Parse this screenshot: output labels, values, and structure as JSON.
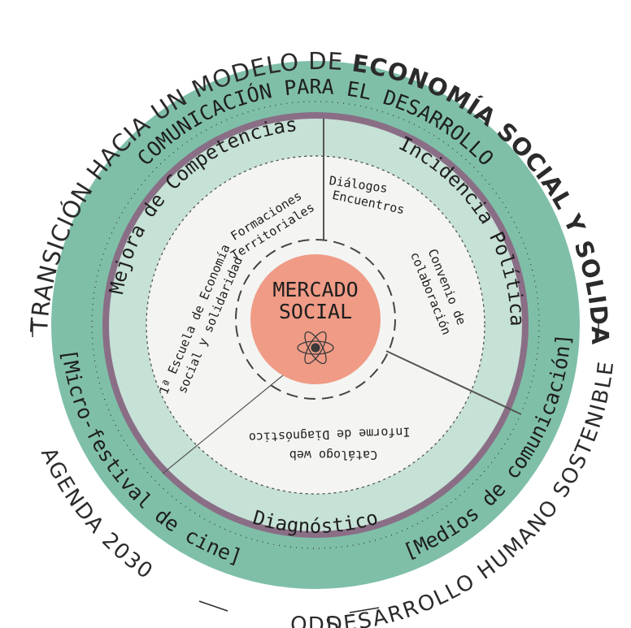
{
  "outer_ring": {
    "top_regular": "TRANSICIÓN HACIA UN MODELO DE ",
    "top_bold": "ECONOMÍA SOCIAL Y SOLIDARIA",
    "bottom_right": "DESARROLLO HUMANO SOSTENIBLE",
    "bottom_center": "ODS",
    "bottom_left": "AGENDA 2030"
  },
  "band": {
    "top": "COMUNICACIÓN PARA EL DESARROLLO",
    "right": "[Medios de comunicación]",
    "left": "[Micro-festival de cine]"
  },
  "sectors": {
    "left": {
      "title": "Mejora de Competencias",
      "items": [
        "Formaciones",
        "Territoriales",
        "1ª Escuela de Economía",
        "social y solidaridad"
      ]
    },
    "right": {
      "title": "Incidencia Política",
      "items": [
        "Diálogos",
        "Encuentros",
        "Convenio de",
        "colaboración"
      ]
    },
    "bottom": {
      "title": "Diagnóstico",
      "items": [
        "Catálogo web",
        "Informe de Diagnóstico"
      ]
    }
  },
  "center": {
    "line1": "MERCADO",
    "line2": "SOCIAL",
    "icon": "atom-icon"
  },
  "colors": {
    "outer_band": "#7fbfa8",
    "inner_sectors": "#c6e1d6",
    "purple_ring": "#8a6e86",
    "inner_field": "#f4f4f2",
    "center": "#ef9b86"
  }
}
